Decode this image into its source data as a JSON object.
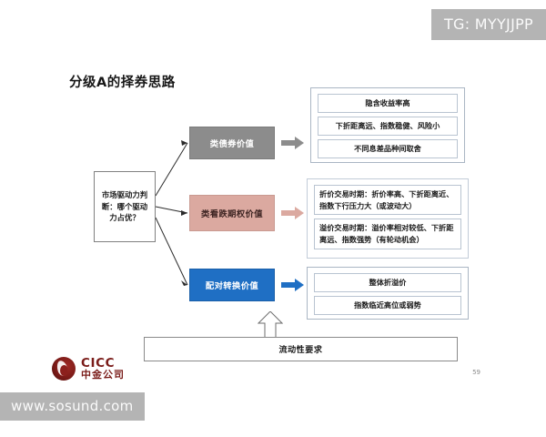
{
  "watermarks": {
    "top_right": "TG: MYYJJPP",
    "bottom_left": "www.sosund.com"
  },
  "slide": {
    "title": "分级A的择券思路",
    "page_number": "59"
  },
  "root": {
    "label": "市场驱动力判断：哪个驱动力占优？"
  },
  "categories": [
    {
      "label": "类债券价值",
      "color": "#8c8c8c"
    },
    {
      "label": "类看跌期权价值",
      "color": "#dba9a0"
    },
    {
      "label": "配对转换价值",
      "color": "#1f6fc4"
    }
  ],
  "panels": [
    {
      "name": "bond-value-details",
      "items": [
        "隐含收益率高",
        "下折距离远、指数稳健、风险小",
        "不同息差品种间取舍"
      ]
    },
    {
      "name": "put-option-value-details",
      "items": [
        "折价交易时期：折价率高、下折距离近、指数下行压力大（或波动大）",
        "溢价交易时期：溢价率相对较低、下折距离远、指数强势（有轮动机会）"
      ]
    },
    {
      "name": "pair-conversion-value-details",
      "items": [
        "整体折溢价",
        "指数临近高位或弱势"
      ]
    }
  ],
  "bottom_bar": {
    "label": "流动性要求"
  },
  "logo": {
    "en": "CICC",
    "cn": "中金公司"
  }
}
